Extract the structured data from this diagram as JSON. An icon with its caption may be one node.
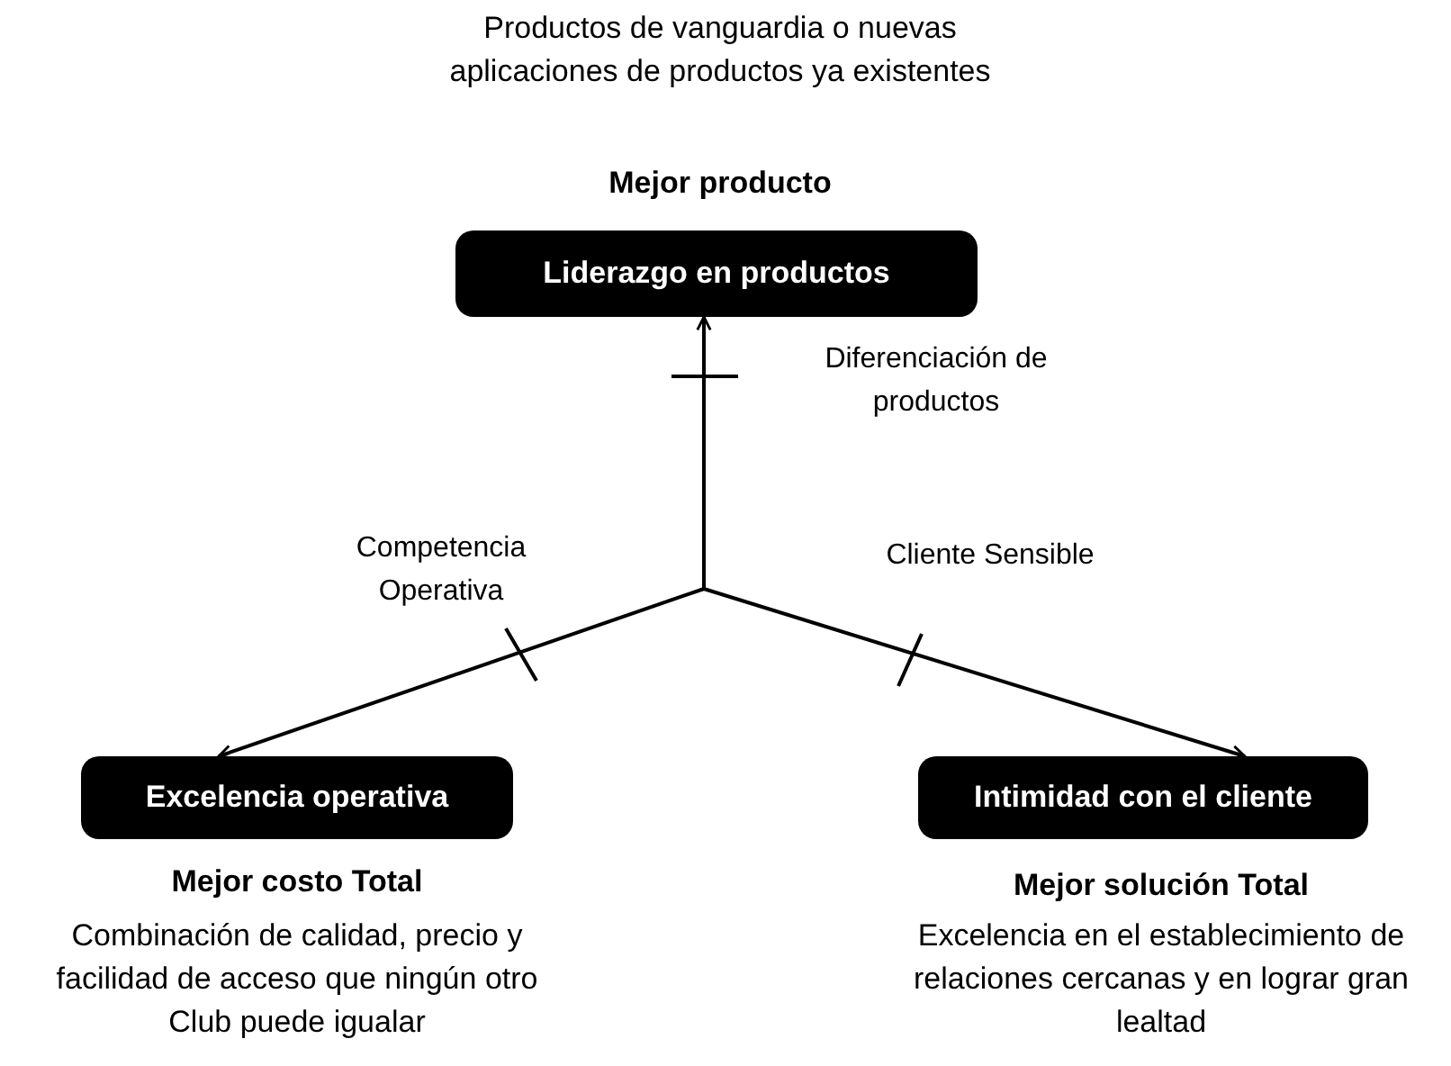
{
  "diagram": {
    "nodes": [
      {
        "text": [
          "Liderazgo en productos"
        ],
        "beside": [
          "Productos de vanguardia o nuevas aplicaciones de productos ya existentes",
          "Mejor producto"
        ]
      },
      {
        "text": [
          "Excelencia operativa"
        ],
        "beside": [
          "Mejor costo Total",
          "Combinación de calidad, precio y facilidad de acceso que ningún otro Club puede igualar"
        ]
      },
      {
        "text": [
          "Intimidad con el cliente"
        ],
        "beside": [
          "Mejor solución Total",
          "Excelencia en el establecimiento de relaciones cercanas y en lograr gran lealtad"
        ]
      }
    ],
    "edges": [
      {
        "from": null,
        "to": 0,
        "arrow": "to",
        "label": "Diferenciación de productos"
      },
      {
        "from": null,
        "to": 1,
        "arrow": "to",
        "label": "Competencia Operativa"
      },
      {
        "from": null,
        "to": 2,
        "arrow": "to",
        "label": "Cliente Sensible"
      }
    ]
  }
}
